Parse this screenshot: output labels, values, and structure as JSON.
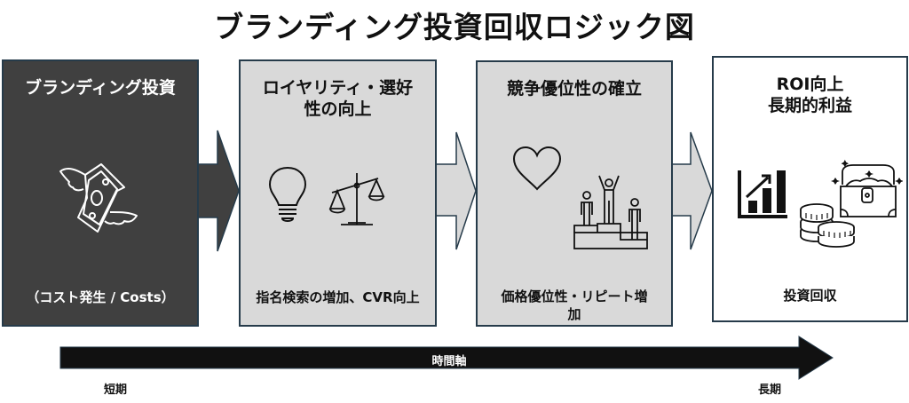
{
  "title": "ブランディング投資回収ロジック図",
  "stages": [
    {
      "heading": "ブランディング投資",
      "caption": "（コスト発生 / Costs）",
      "icons": [
        "flying-money-icon"
      ],
      "fill": "#404040"
    },
    {
      "heading_line1": "ロイヤリティ・選好",
      "heading_line2": "性の向上",
      "caption": "指名検索の増加、CVR向上",
      "icons": [
        "lightbulb-icon",
        "balance-scale-icon"
      ],
      "fill": "#d9d9d9"
    },
    {
      "heading": "競争優位性の確立",
      "caption_line1": "価格優位性・リピート増",
      "caption_line2": "加",
      "icons": [
        "heart-icon",
        "podium-icon"
      ],
      "fill": "#d9d9d9"
    },
    {
      "heading_line1": "ROI向上",
      "heading_line2": "長期的利益",
      "caption": "投資回収",
      "icons": [
        "growth-chart-icon",
        "coins-icon",
        "treasure-chest-icon"
      ],
      "fill": "#ffffff"
    }
  ],
  "timeline": {
    "label": "時間軸",
    "start": "短期",
    "end": "長期",
    "color": "#111111"
  },
  "colors": {
    "border": "#263b4a",
    "dark": "#404040",
    "light": "#d9d9d9"
  }
}
